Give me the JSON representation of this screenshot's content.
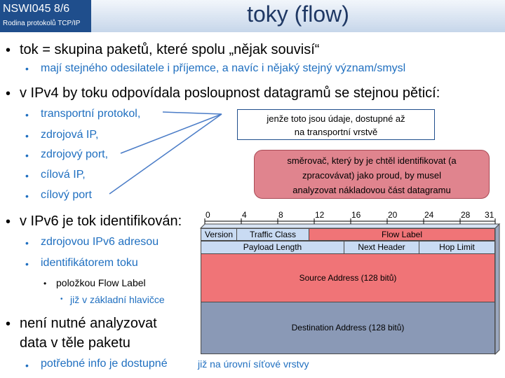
{
  "badge": {
    "code": "NSWI045   8/6",
    "subtitle": "Rodina protokolů TCP/IP"
  },
  "title": "toky (flow)",
  "bullets": {
    "b1": "tok = skupina paketů, které spolu „nějak souvisí“",
    "b1_sub": "mají stejného odesilatele i příjemce, a navíc i nějaký stejný význam/smysl",
    "b2": "v IPv4 by toku odpovídala posloupnost datagramů se stejnou pěticí:",
    "b2_items": [
      "transportní protokol,",
      "zdrojová IP,",
      "zdrojový port,",
      "cílová IP,",
      "cílový port"
    ],
    "b3": "v IPv6 je tok identifikován:",
    "b3_items": [
      "zdrojovou IPv6 adresou",
      "identifikátorem toku"
    ],
    "b3_sub": "položkou Flow Label",
    "b3_subsub": "již v základní hlavičce",
    "b4_line1": "není nutné analyzovat",
    "b4_line2": "data v těle paketu",
    "b4_sub": "potřebné info je dostupné",
    "b4_tail": "již na úrovní síťové vrstvy"
  },
  "callouts": {
    "info_line1": "jenže toto jsou údaje, dostupné až",
    "info_line2": "na transportní vrstvě",
    "warn_line1": "směrovač, který by je chtěl identifikovat (a",
    "warn_line2": "zpracovávat) jako proud,  by musel",
    "warn_line3": "analyzovat nákladovou část datagramu"
  },
  "ipv6_header": {
    "ruler": [
      "0",
      "4",
      "8",
      "12",
      "16",
      "20",
      "24",
      "28",
      "31"
    ],
    "row1": [
      "Version",
      "Traffic Class",
      "Flow Label"
    ],
    "row2": [
      "Payload Length",
      "Next Header",
      "Hop Limit"
    ],
    "source": "Source Address (128 bitů)",
    "destination": "Destination Address (128 bitů)"
  },
  "colors": {
    "badge": "#1f4e8c",
    "title": "#1f3864",
    "blue_text": "#1f6fc0",
    "light_blue_cell": "#c9dbf3",
    "flow_label_red": "#f07477",
    "source_red": "#f07477",
    "destination_slate": "#8a99b6"
  }
}
